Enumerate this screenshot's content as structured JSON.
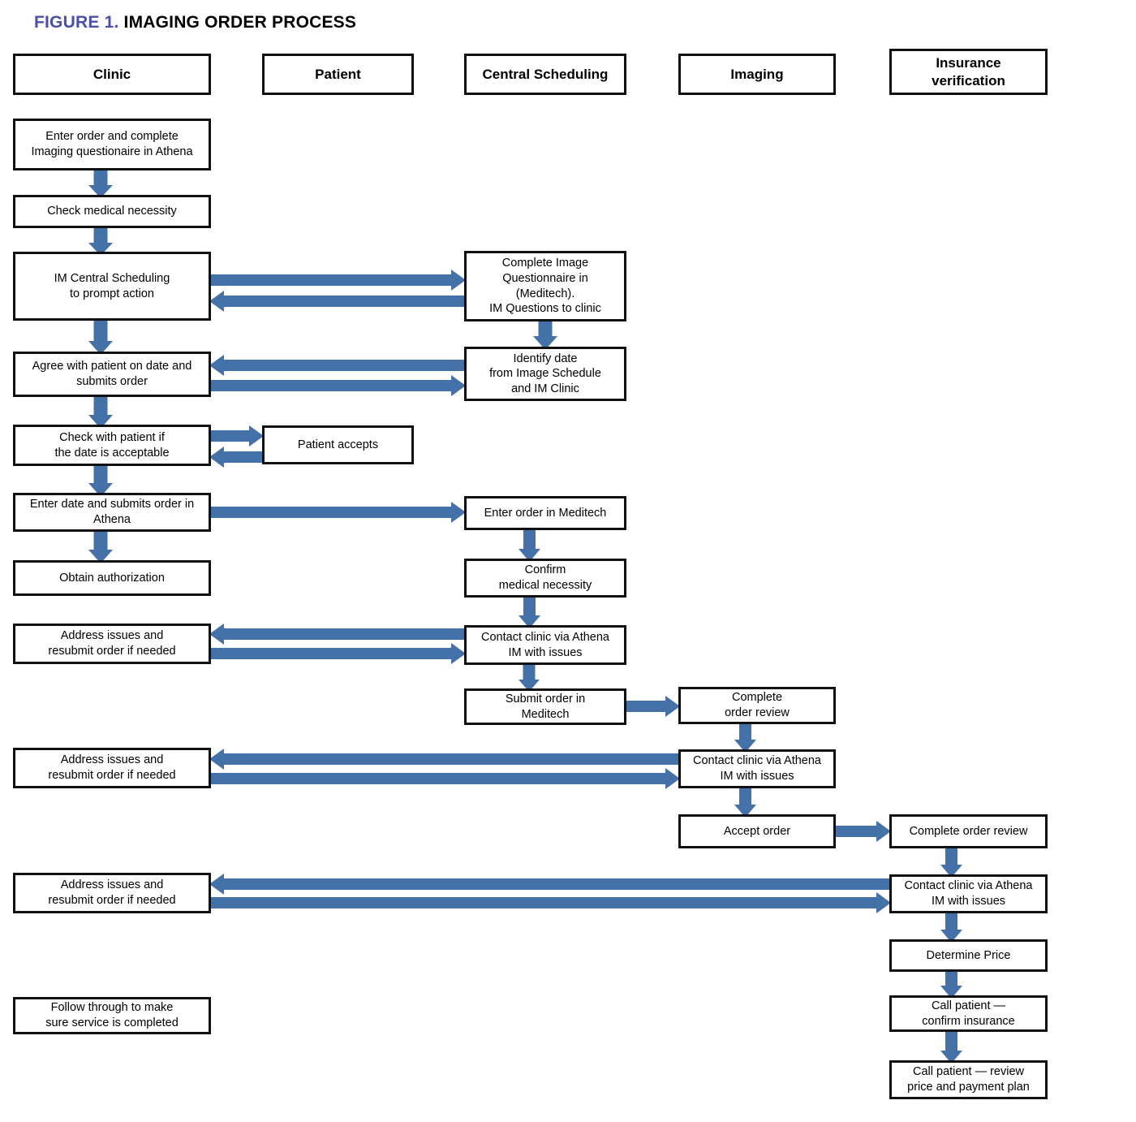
{
  "figure": {
    "label": "FIGURE 1.",
    "name": "IMAGING ORDER PROCESS",
    "label_color": "#4a4fa8",
    "name_color": "#000000"
  },
  "theme": {
    "arrow_color": "#4472a8",
    "box_border": "#111111",
    "box_fill": "#ffffff",
    "text_color": "#000000"
  },
  "columns": [
    {
      "id": "clinic",
      "label": "Clinic"
    },
    {
      "id": "patient",
      "label": "Patient"
    },
    {
      "id": "central-scheduling",
      "label": "Central Scheduling"
    },
    {
      "id": "imaging",
      "label": "Imaging"
    },
    {
      "id": "insurance-verification",
      "label": "Insurance\nverification"
    }
  ],
  "nodes": {
    "clinic": [
      {
        "id": "enter-order",
        "label": "Enter order and complete\nImaging questionaire in Athena"
      },
      {
        "id": "check-medical-necessity",
        "label": "Check medical necessity"
      },
      {
        "id": "im-central-scheduling",
        "label": "IM Central Scheduling\nto prompt action"
      },
      {
        "id": "agree-with-patient",
        "label": "Agree with patient on date and\nsubmits order"
      },
      {
        "id": "check-with-patient",
        "label": "Check with patient if\nthe date is acceptable"
      },
      {
        "id": "enter-date-athena",
        "label": "Enter date and submits order in\nAthena"
      },
      {
        "id": "obtain-authorization",
        "label": "Obtain authorization"
      },
      {
        "id": "address-issues-1",
        "label": "Address issues and\nresubmit order if needed"
      },
      {
        "id": "address-issues-2",
        "label": "Address issues and\nresubmit order if needed"
      },
      {
        "id": "address-issues-3",
        "label": "Address issues and\nresubmit order if needed"
      },
      {
        "id": "follow-through",
        "label": "Follow through to make\nsure service is completed"
      }
    ],
    "patient": [
      {
        "id": "patient-accepts",
        "label": "Patient accepts"
      }
    ],
    "central-scheduling": [
      {
        "id": "complete-image-questionnaire",
        "label": "Complete Image\nQuestionnaire in\n(Meditech).\nIM Questions to clinic"
      },
      {
        "id": "identify-date",
        "label": "Identify date\nfrom Image Schedule\nand IM Clinic"
      },
      {
        "id": "enter-order-meditech",
        "label": "Enter order in Meditech"
      },
      {
        "id": "confirm-medical-necessity",
        "label": "Confirm\nmedical necessity"
      },
      {
        "id": "contact-clinic-cs",
        "label": "Contact clinic via Athena\nIM with issues"
      },
      {
        "id": "submit-order-meditech",
        "label": "Submit order  in\nMeditech"
      }
    ],
    "imaging": [
      {
        "id": "complete-order-review-imaging",
        "label": "Complete\norder review"
      },
      {
        "id": "contact-clinic-imaging",
        "label": "Contact clinic via Athena\nIM with issues"
      },
      {
        "id": "accept-order",
        "label": "Accept order"
      }
    ],
    "insurance-verification": [
      {
        "id": "complete-order-review-ins",
        "label": "Complete order review"
      },
      {
        "id": "contact-clinic-ins",
        "label": "Contact clinic via Athena\nIM with issues"
      },
      {
        "id": "determine-price",
        "label": "Determine Price"
      },
      {
        "id": "call-patient-confirm",
        "label": "Call patient —\nconfirm insurance"
      },
      {
        "id": "call-patient-review",
        "label": "Call patient — review\nprice and payment plan"
      }
    ]
  },
  "flow_edges": [
    {
      "id": "e1",
      "from": "enter-order",
      "to": "check-medical-necessity",
      "dir": "down"
    },
    {
      "id": "e2",
      "from": "check-medical-necessity",
      "to": "im-central-scheduling",
      "dir": "down"
    },
    {
      "id": "e3",
      "from": "im-central-scheduling",
      "to": "complete-image-questionnaire",
      "dir": "right"
    },
    {
      "id": "e4",
      "from": "complete-image-questionnaire",
      "to": "im-central-scheduling",
      "dir": "left"
    },
    {
      "id": "e5",
      "from": "im-central-scheduling",
      "to": "agree-with-patient",
      "dir": "down"
    },
    {
      "id": "e6",
      "from": "complete-image-questionnaire",
      "to": "identify-date",
      "dir": "down"
    },
    {
      "id": "e7",
      "from": "identify-date",
      "to": "agree-with-patient",
      "dir": "left"
    },
    {
      "id": "e8",
      "from": "agree-with-patient",
      "to": "identify-date",
      "dir": "right"
    },
    {
      "id": "e9",
      "from": "agree-with-patient",
      "to": "check-with-patient",
      "dir": "down"
    },
    {
      "id": "e10",
      "from": "check-with-patient",
      "to": "patient-accepts",
      "dir": "right"
    },
    {
      "id": "e11",
      "from": "patient-accepts",
      "to": "check-with-patient",
      "dir": "left"
    },
    {
      "id": "e12",
      "from": "check-with-patient",
      "to": "enter-date-athena",
      "dir": "down"
    },
    {
      "id": "e13",
      "from": "enter-date-athena",
      "to": "enter-order-meditech",
      "dir": "right"
    },
    {
      "id": "e14",
      "from": "enter-date-athena",
      "to": "obtain-authorization",
      "dir": "down"
    },
    {
      "id": "e15",
      "from": "enter-order-meditech",
      "to": "confirm-medical-necessity",
      "dir": "down"
    },
    {
      "id": "e16",
      "from": "confirm-medical-necessity",
      "to": "contact-clinic-cs",
      "dir": "down"
    },
    {
      "id": "e17",
      "from": "contact-clinic-cs",
      "to": "address-issues-1",
      "dir": "left"
    },
    {
      "id": "e18",
      "from": "address-issues-1",
      "to": "contact-clinic-cs",
      "dir": "right"
    },
    {
      "id": "e19",
      "from": "contact-clinic-cs",
      "to": "submit-order-meditech",
      "dir": "down"
    },
    {
      "id": "e20",
      "from": "submit-order-meditech",
      "to": "complete-order-review-imaging",
      "dir": "right"
    },
    {
      "id": "e21",
      "from": "complete-order-review-imaging",
      "to": "contact-clinic-imaging",
      "dir": "down"
    },
    {
      "id": "e22",
      "from": "contact-clinic-imaging",
      "to": "address-issues-2",
      "dir": "left"
    },
    {
      "id": "e23",
      "from": "address-issues-2",
      "to": "contact-clinic-imaging",
      "dir": "right"
    },
    {
      "id": "e24",
      "from": "contact-clinic-imaging",
      "to": "accept-order",
      "dir": "down"
    },
    {
      "id": "e25",
      "from": "accept-order",
      "to": "complete-order-review-ins",
      "dir": "right"
    },
    {
      "id": "e26",
      "from": "complete-order-review-ins",
      "to": "contact-clinic-ins",
      "dir": "down"
    },
    {
      "id": "e27",
      "from": "contact-clinic-ins",
      "to": "address-issues-3",
      "dir": "left"
    },
    {
      "id": "e28",
      "from": "address-issues-3",
      "to": "contact-clinic-ins",
      "dir": "right"
    },
    {
      "id": "e29",
      "from": "contact-clinic-ins",
      "to": "determine-price",
      "dir": "down"
    },
    {
      "id": "e30",
      "from": "determine-price",
      "to": "call-patient-confirm",
      "dir": "down"
    },
    {
      "id": "e31",
      "from": "call-patient-confirm",
      "to": "call-patient-review",
      "dir": "down"
    }
  ]
}
